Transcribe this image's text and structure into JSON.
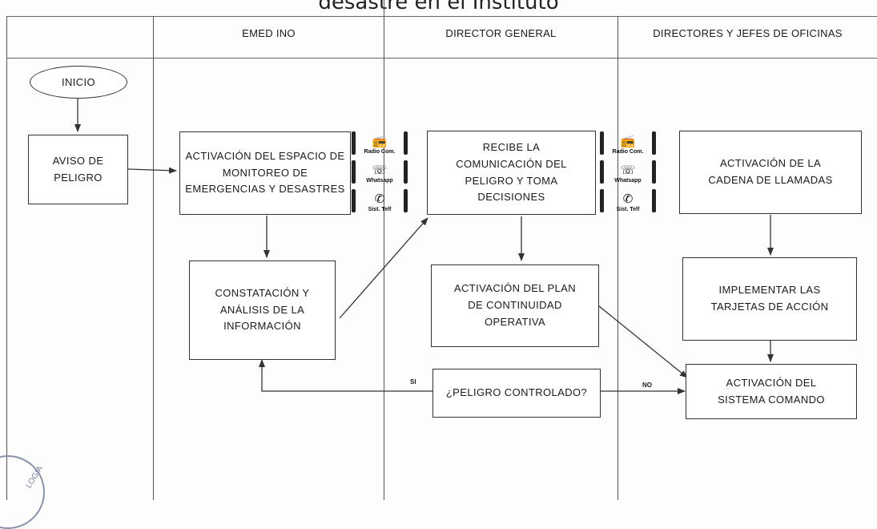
{
  "title": "desastre en el Instituto",
  "lanes": [
    {
      "label": ""
    },
    {
      "label": "EMED INO"
    },
    {
      "label": "DIRECTOR GENERAL"
    },
    {
      "label": "DIRECTORES Y JEFES DE OFICINAS"
    }
  ],
  "nodes": {
    "inicio": "INICIO",
    "aviso": "AVISO DE PELIGRO",
    "activacion_espacio": "ACTIVACIÓN DEL ESPACIO DE MONITOREO DE EMERGENCIAS Y DESASTRES",
    "constatacion": "CONSTATACIÓN Y ANÁLISIS DE LA INFORMACIÓN",
    "recibe": "RECIBE LA COMUNICACIÓN DEL PELIGRO Y TOMA DECISIONES",
    "plan": "ACTIVACIÓN DEL PLAN DE CONTINUIDAD OPERATIVA",
    "peligro": "¿PELIGRO CONTROLADO?",
    "cadena": "ACTIVACIÓN DE LA CADENA DE LLAMADAS",
    "tarjetas": "IMPLEMENTAR LAS TARJETAS DE ACCIÓN",
    "sistema": "ACTIVACIÓN DEL SISTEMA COMANDO"
  },
  "comm_channels": [
    {
      "label": "Radio Com.",
      "icon": "radio-icon"
    },
    {
      "label": "Whatsapp",
      "icon": "whatsapp-icon"
    },
    {
      "label": "Sist. Telf",
      "icon": "phone-icon"
    }
  ],
  "edge_labels": {
    "si": "SI",
    "no": "NO"
  },
  "seal_text": "LOGIA",
  "colors": {
    "line": "#333333",
    "background": "#fdfdfd"
  }
}
